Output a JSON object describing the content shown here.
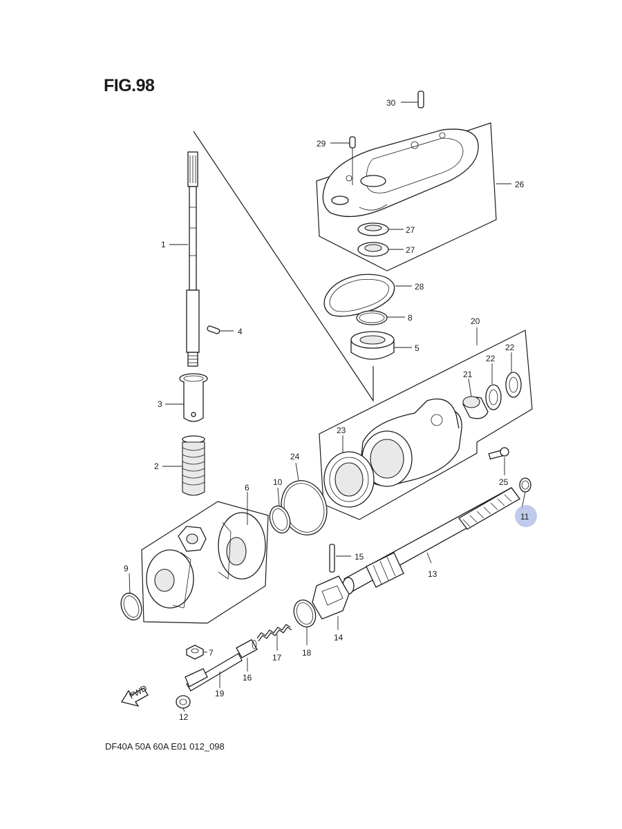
{
  "figure": {
    "title": "FIG.98",
    "code": "DF40A 50A 60A E01 012_098",
    "highlight_color": "#a9b8e6"
  },
  "callouts": {
    "c1": "1",
    "c2": "2",
    "c3": "3",
    "c4": "4",
    "c5": "5",
    "c6": "6",
    "c7": "7",
    "c8": "8",
    "c9": "9",
    "c10": "10",
    "c11": "11",
    "c12": "12",
    "c13": "13",
    "c14": "14",
    "c15": "15",
    "c16": "16",
    "c17": "17",
    "c18": "18",
    "c19": "19",
    "c20": "20",
    "c21": "21",
    "c22a": "22",
    "c22b": "22",
    "c23": "23",
    "c24": "24",
    "c25": "25",
    "c26": "26",
    "c27a": "27",
    "c27b": "27",
    "c28": "28",
    "c29": "29",
    "c30": "30"
  },
  "fwd_label": "FWD"
}
